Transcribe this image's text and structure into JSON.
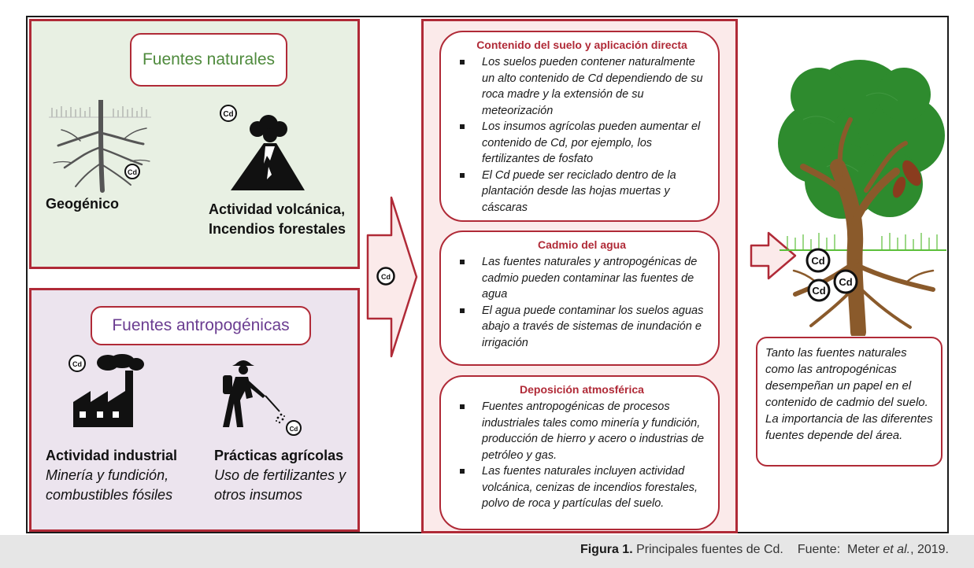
{
  "natural": {
    "title": "Fuentes naturales",
    "geogenic_label": "Geogénico",
    "volcanic_label_1": "Actividad volcánica,",
    "volcanic_label_2": "Incendios forestales"
  },
  "anthropogenic": {
    "title": "Fuentes antropogénicas",
    "industrial_title": "Actividad industrial",
    "industrial_desc_1": "Minería y fundición,",
    "industrial_desc_2": "combustibles fósiles",
    "agri_title": "Prácticas agrícolas",
    "agri_desc_1": "Uso de fertilizantes y",
    "agri_desc_2": "otros insumos"
  },
  "cd_symbol": "Cd",
  "soil_box": {
    "title": "Contenido del suelo y aplicación directa",
    "items": [
      "Los suelos pueden contener naturalmente un alto contenido de Cd dependiendo de su roca madre y la extensión de su meteorización",
      "Los insumos agrícolas pueden aumentar el contenido de Cd, por ejemplo, los fertilizantes de fosfato",
      "El Cd puede ser reciclado dentro de la plantación desde las hojas muertas y cáscaras"
    ]
  },
  "water_box": {
    "title": "Cadmio del agua",
    "items": [
      "Las fuentes naturales y antropogénicas de cadmio pueden contaminar las fuentes de agua",
      "El agua puede contaminar los suelos aguas abajo a través de sistemas de inundación e irrigación"
    ]
  },
  "atmos_box": {
    "title": "Deposición atmosférica",
    "items": [
      "Fuentes antropogénicas de procesos industriales tales como minería y fundición, producción de hierro y acero o industrias de petróleo y gas.",
      "Las fuentes naturales incluyen actividad volcánica, cenizas de incendios forestales, polvo de roca y partículas del suelo."
    ]
  },
  "note": "Tanto las fuentes naturales como las antropogénicas desempeñan un papel en el contenido de cadmio del suelo. La importancia de las diferentes fuentes depende del área.",
  "caption": {
    "figure_label": "Figura 1.",
    "figure_title": "Principales fuentes de Cd.",
    "source_prefix": "Fuente:  Meter ",
    "source_etal": "et al.",
    "source_year": ", 2019."
  },
  "colors": {
    "border_red": "#b02a37",
    "natural_bg": "#e8f0e3",
    "anthropogenic_bg": "#ece4ee",
    "middle_bg": "#fbeaea",
    "natural_title": "#4e8a3c",
    "anthropogenic_title": "#6b3d91",
    "tree_green": "#2e8b2e",
    "trunk_brown": "#8a5a2b"
  }
}
